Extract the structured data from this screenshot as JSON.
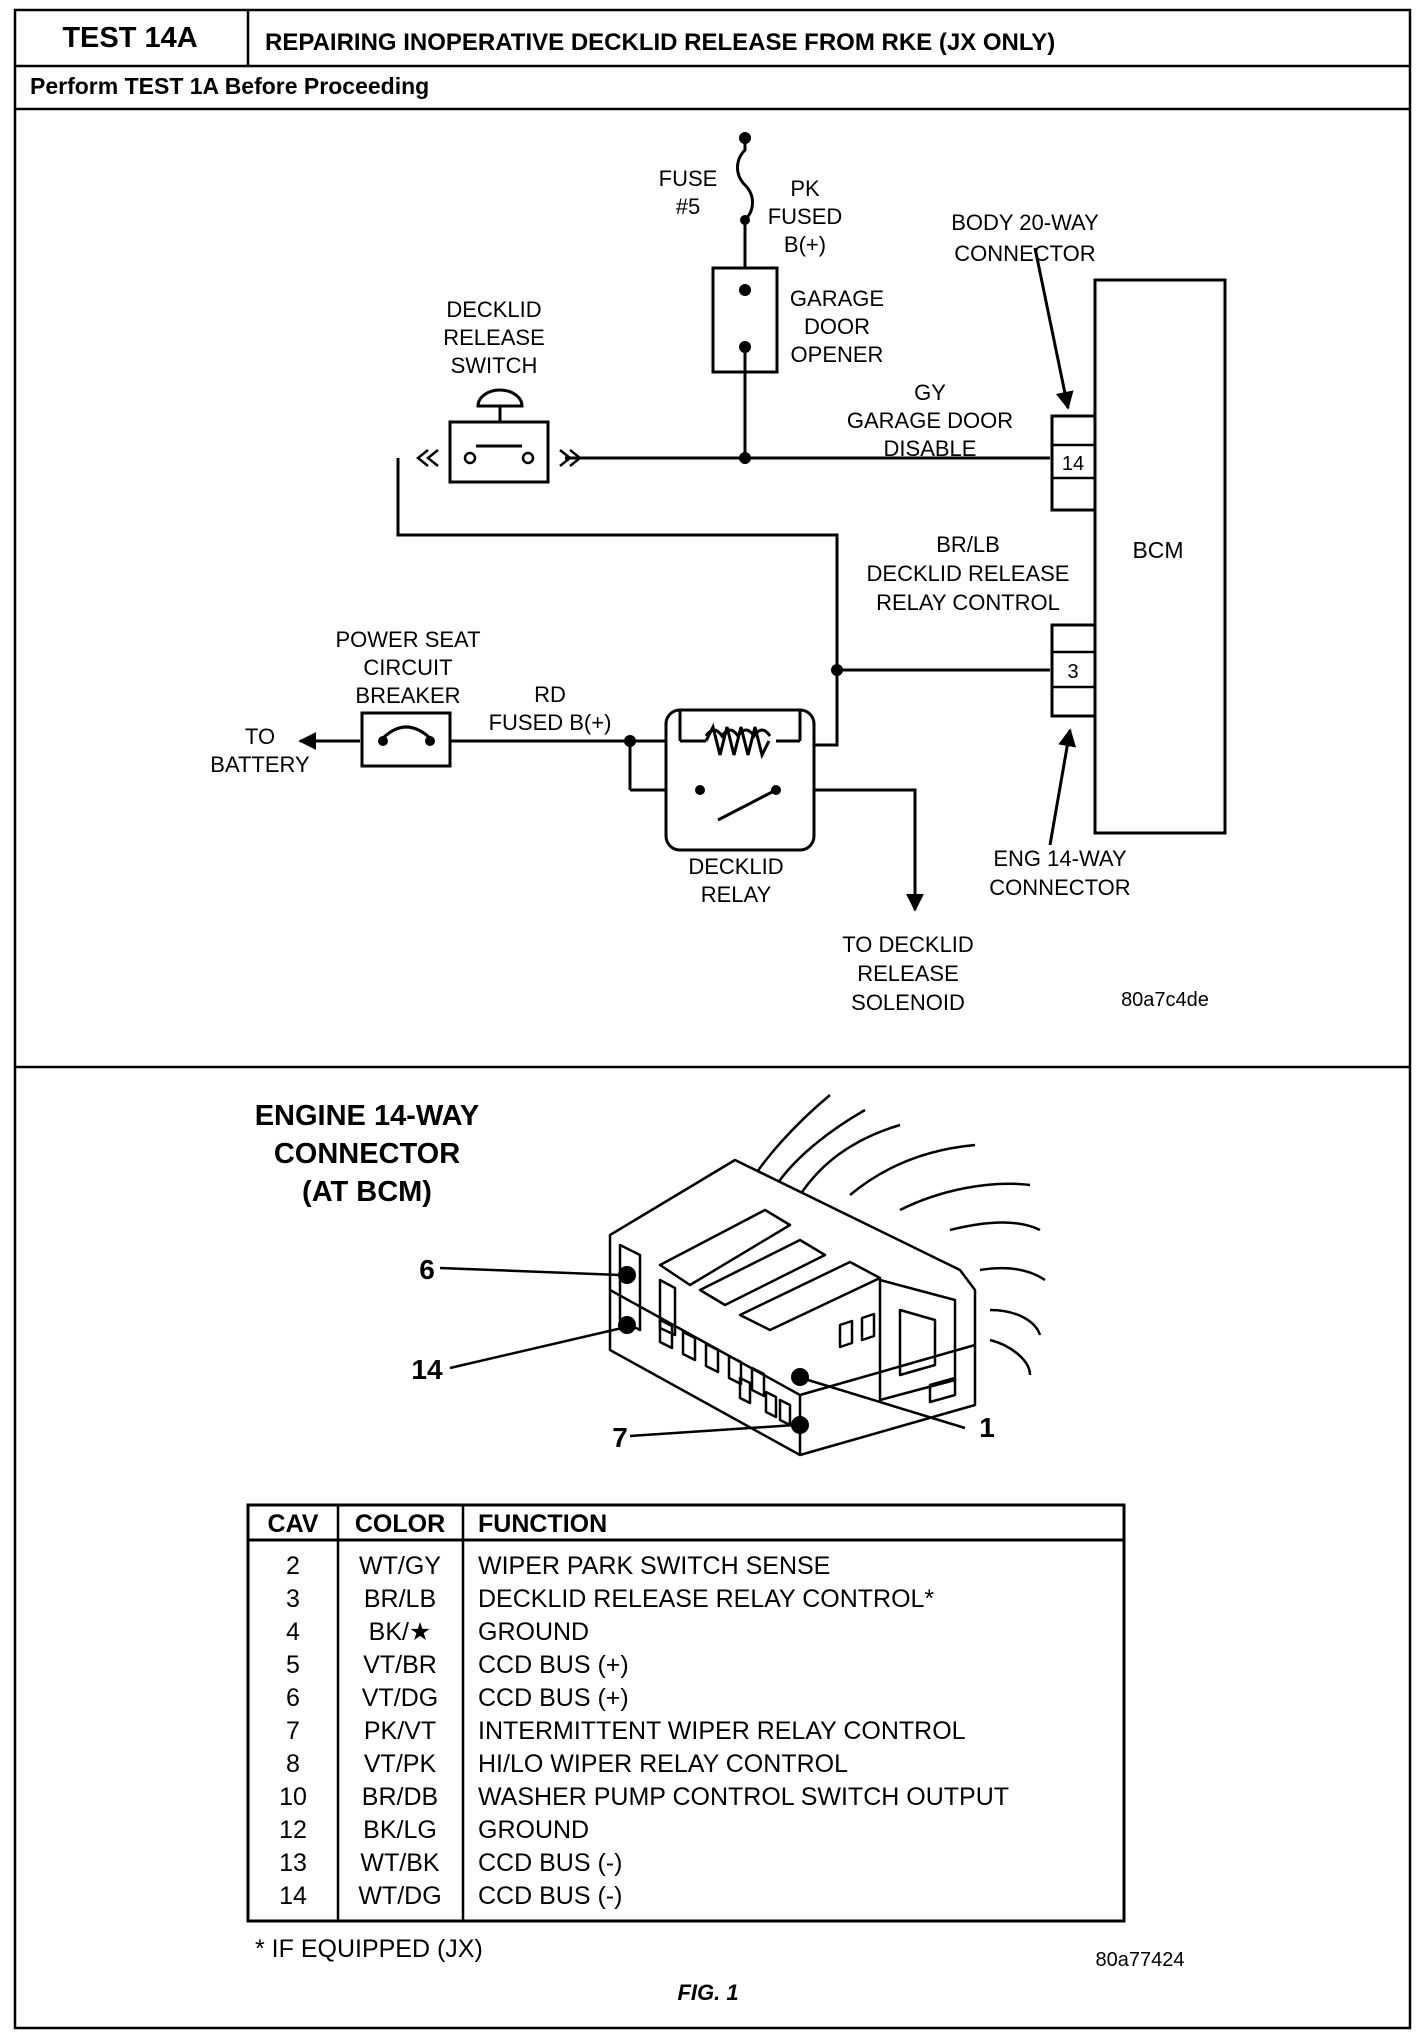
{
  "header": {
    "test_id": "TEST 14A",
    "title": "REPAIRING INOPERATIVE DECKLID RELEASE FROM RKE (JX ONLY)",
    "subtitle": "Perform TEST 1A Before Proceeding"
  },
  "schematic": {
    "fuse": [
      "FUSE",
      "#5"
    ],
    "pk_fused": [
      "PK",
      "FUSED",
      "B(+)"
    ],
    "garage_door_opener": [
      "GARAGE",
      "DOOR",
      "OPENER"
    ],
    "body_connector": [
      "BODY 20-WAY",
      "CONNECTOR"
    ],
    "decklid_release_switch": [
      "DECKLID",
      "RELEASE",
      "SWITCH"
    ],
    "gy_wire": [
      "GY",
      "GARAGE DOOR",
      "DISABLE"
    ],
    "pin_14": "14",
    "bcm": "BCM",
    "br_lb_wire": [
      "BR/LB",
      "DECKLID RELEASE",
      "RELAY CONTROL"
    ],
    "power_seat_breaker": [
      "POWER SEAT",
      "CIRCUIT",
      "BREAKER"
    ],
    "rd_wire": [
      "RD",
      "FUSED B(+)"
    ],
    "to_battery": [
      "TO",
      "BATTERY"
    ],
    "pin_3": "3",
    "decklid_relay": [
      "DECKLID",
      "RELAY"
    ],
    "eng_connector": [
      "ENG 14-WAY",
      "CONNECTOR"
    ],
    "to_solenoid": [
      "TO DECKLID",
      "RELEASE",
      "SOLENOID"
    ],
    "code": "80a7c4de"
  },
  "connector_view": {
    "title": [
      "ENGINE 14-WAY",
      "CONNECTOR",
      "(AT BCM)"
    ],
    "pin_labels": {
      "p6": "6",
      "p14": "14",
      "p7": "7",
      "p1": "1"
    }
  },
  "pin_table": {
    "headers": [
      "CAV",
      "COLOR",
      "FUNCTION"
    ],
    "rows": [
      [
        "2",
        "WT/GY",
        "WIPER PARK SWITCH SENSE"
      ],
      [
        "3",
        "BR/LB",
        "DECKLID RELEASE RELAY CONTROL*"
      ],
      [
        "4",
        "BK/★",
        "GROUND"
      ],
      [
        "5",
        "VT/BR",
        "CCD BUS (+)"
      ],
      [
        "6",
        "VT/DG",
        "CCD BUS (+)"
      ],
      [
        "7",
        "PK/VT",
        "INTERMITTENT WIPER RELAY CONTROL"
      ],
      [
        "8",
        "VT/PK",
        "HI/LO WIPER RELAY CONTROL"
      ],
      [
        "10",
        "BR/DB",
        "WASHER PUMP CONTROL SWITCH OUTPUT"
      ],
      [
        "12",
        "BK/LG",
        "GROUND"
      ],
      [
        "13",
        "WT/BK",
        "CCD BUS (-)"
      ],
      [
        "14",
        "WT/DG",
        "CCD BUS (-)"
      ]
    ]
  },
  "footnote": "*  IF EQUIPPED (JX)",
  "figure_code": "80a77424",
  "figure_label": "FIG. 1"
}
